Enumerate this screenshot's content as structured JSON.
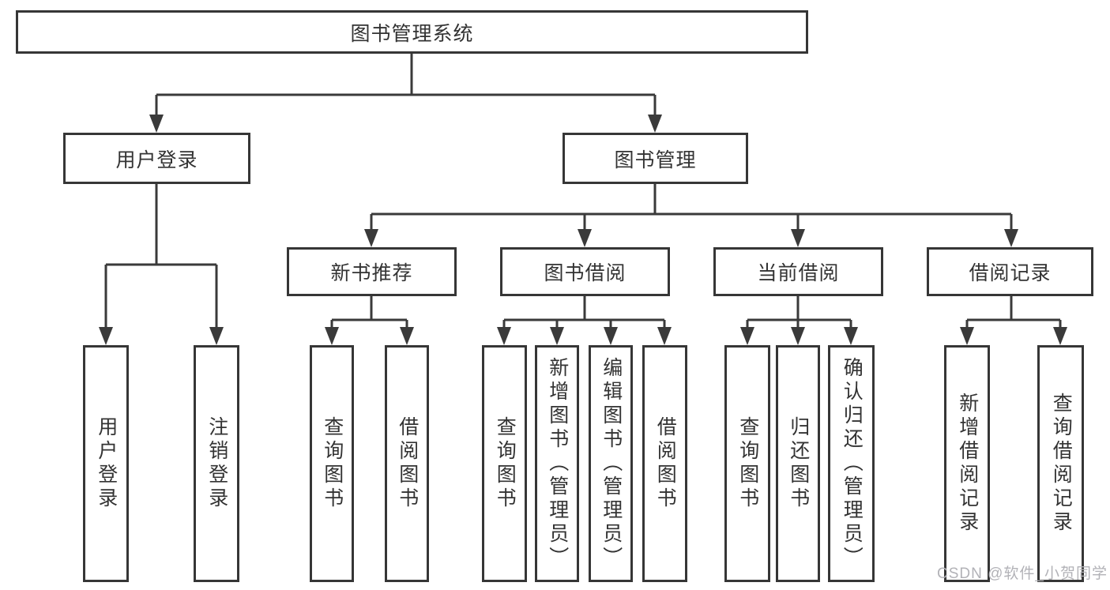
{
  "tree": {
    "root": {
      "label": "图书管理系统",
      "children": [
        {
          "label": "用户登录",
          "children": [
            {
              "label": "用户登录"
            },
            {
              "label": "注销登录"
            }
          ]
        },
        {
          "label": "图书管理",
          "children": [
            {
              "label": "新书推荐",
              "children": [
                {
                  "label": "查询图书"
                },
                {
                  "label": "借阅图书"
                }
              ]
            },
            {
              "label": "图书借阅",
              "children": [
                {
                  "label": "查询图书"
                },
                {
                  "label": "新增图书（管理员）"
                },
                {
                  "label": "编辑图书（管理员）"
                },
                {
                  "label": "借阅图书"
                }
              ]
            },
            {
              "label": "当前借阅",
              "children": [
                {
                  "label": "查询图书"
                },
                {
                  "label": "归还图书"
                },
                {
                  "label": "确认归还（管理员）"
                }
              ]
            },
            {
              "label": "借阅记录",
              "children": [
                {
                  "label": "新增借阅记录"
                },
                {
                  "label": "查询借阅记录"
                }
              ]
            }
          ]
        }
      ]
    }
  },
  "watermark": {
    "text": "CSDN @软件_小贺同学"
  },
  "colors": {
    "background": "#ffffff",
    "line": "#3a3a3a",
    "border": "#363636",
    "text": "#333333",
    "watermark": "#b2b2b7"
  }
}
